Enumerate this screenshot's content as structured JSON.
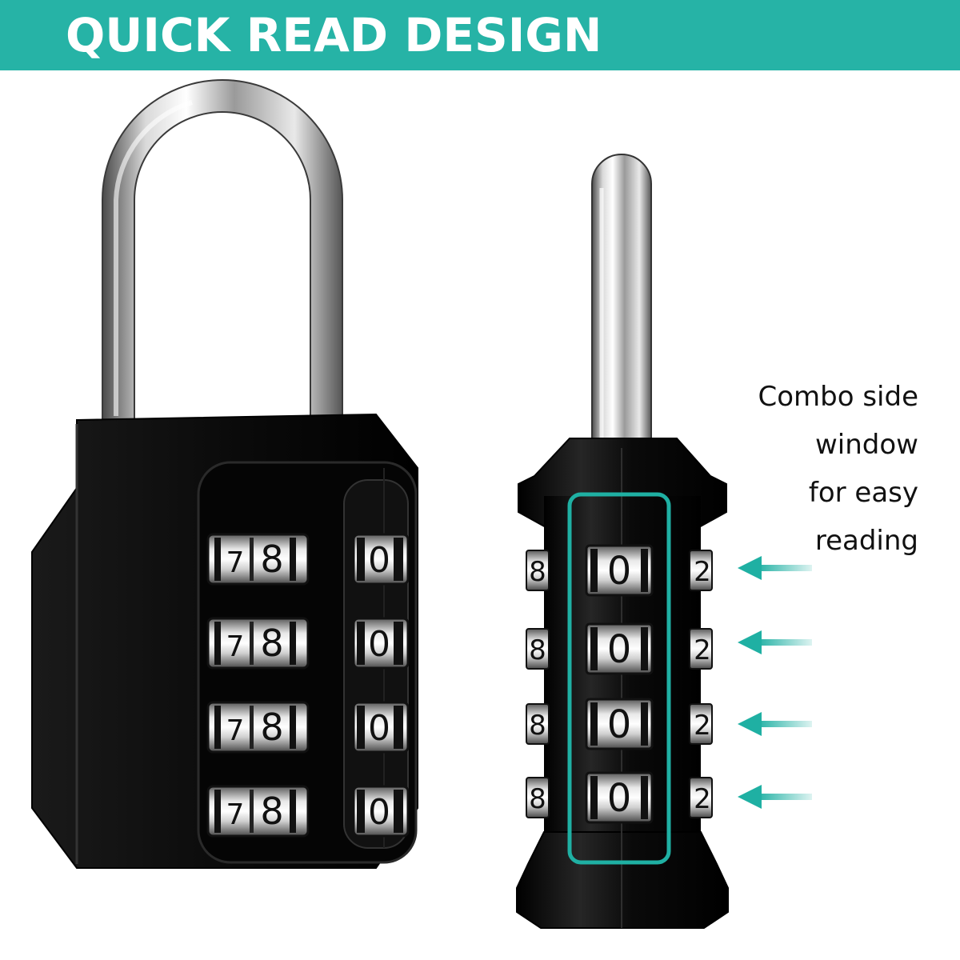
{
  "header": {
    "title": "QUICK READ DESIGN",
    "background_color": "#26b3a6"
  },
  "caption": {
    "lines": [
      "Combo side",
      "window",
      "for easy",
      "reading"
    ]
  },
  "front_lock": {
    "rows": [
      [
        "7",
        "8",
        "0"
      ],
      [
        "7",
        "8",
        "0"
      ],
      [
        "7",
        "8",
        "0"
      ],
      [
        "7",
        "8",
        "0"
      ]
    ],
    "body_color": "#0d0d0d"
  },
  "side_lock": {
    "rows": [
      [
        "8",
        "0",
        "2"
      ],
      [
        "8",
        "0",
        "2"
      ],
      [
        "8",
        "0",
        "2"
      ],
      [
        "8",
        "0",
        "2"
      ]
    ],
    "highlight_color": "#1fb0a3",
    "arrow_icon": "arrow-left-icon"
  }
}
